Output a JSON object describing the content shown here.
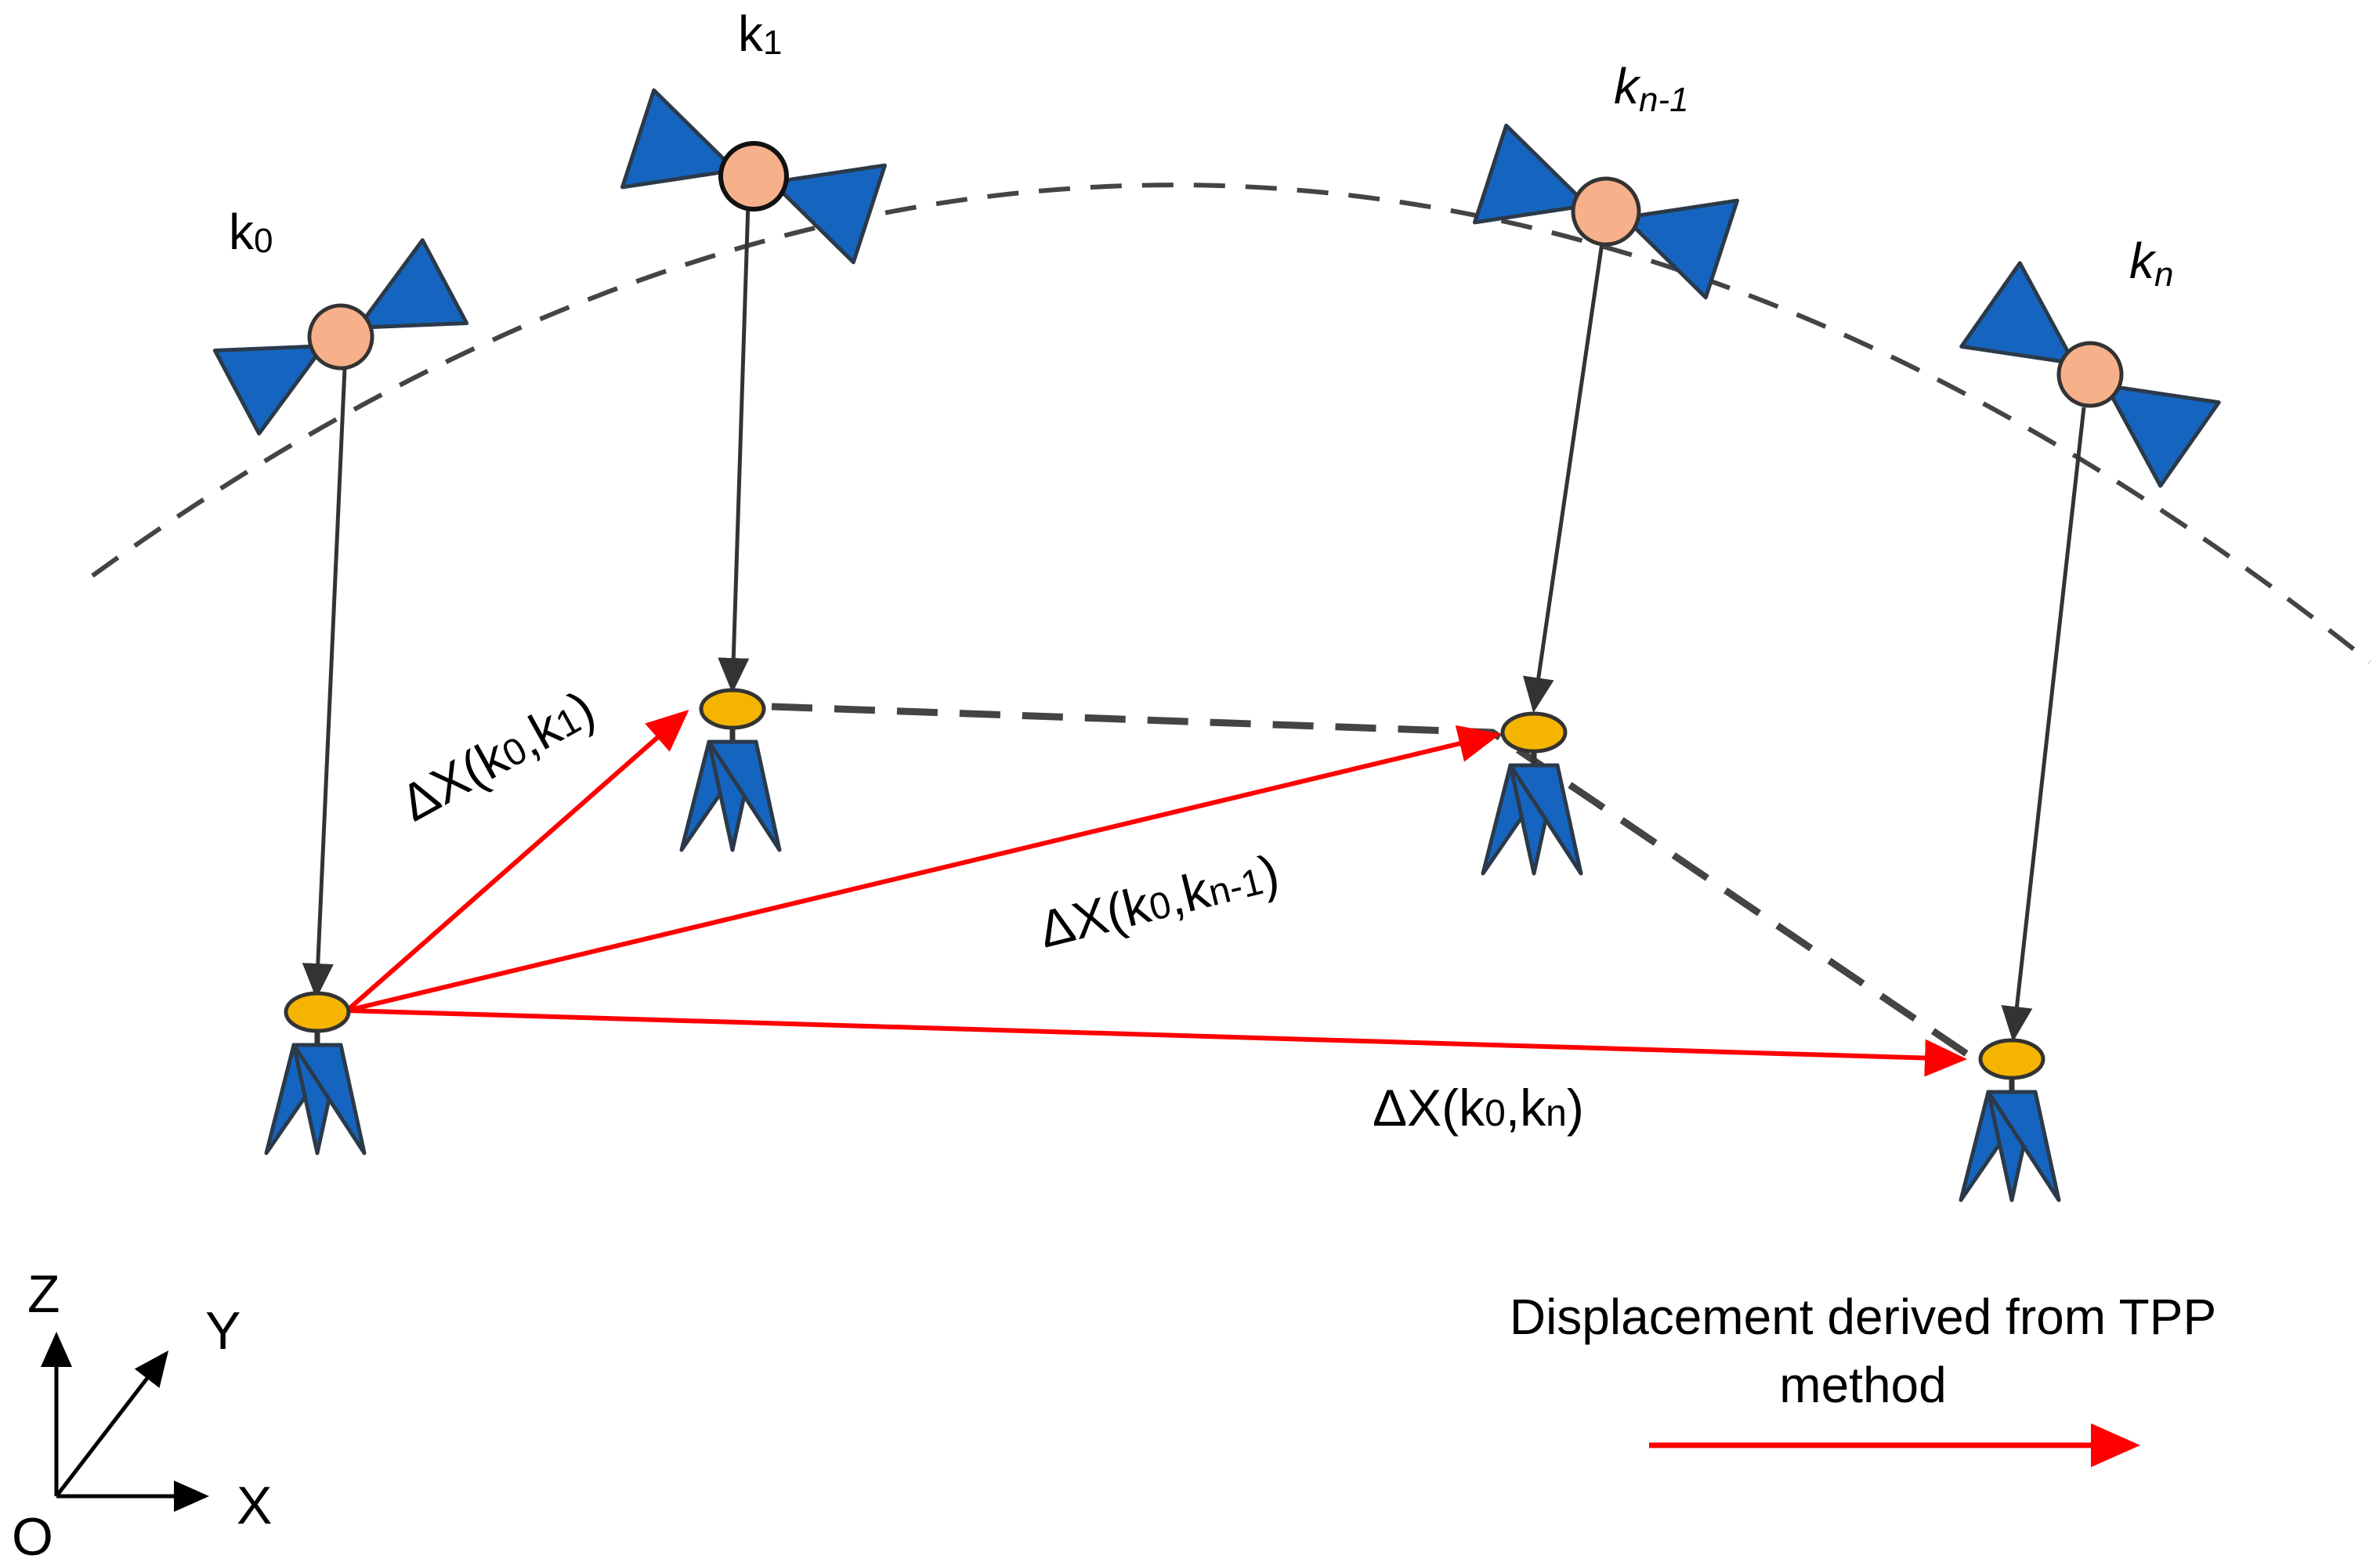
{
  "satellites": [
    {
      "id": "k0",
      "base": "k",
      "sub": "0",
      "italic": false
    },
    {
      "id": "k1",
      "base": "k",
      "sub": "1",
      "italic": false
    },
    {
      "id": "kn-1",
      "base": "k",
      "sub": "n-1",
      "italic": true
    },
    {
      "id": "kn",
      "base": "k",
      "sub": "n",
      "italic": true
    }
  ],
  "displacement_labels": [
    {
      "prefix": "ΔX(k",
      "a": "0",
      "mid": ",k",
      "b": "1",
      "suffix": ")"
    },
    {
      "prefix": "ΔX(k",
      "a": "0",
      "mid": ",k",
      "b": "n-1",
      "suffix": ")"
    },
    {
      "prefix": "ΔX(k",
      "a": "0",
      "mid": ",k",
      "b": "n",
      "suffix": ")"
    }
  ],
  "axes": {
    "z": "Z",
    "y": "Y",
    "x": "X",
    "origin": "O"
  },
  "legend": {
    "line1": "Displacement derived from TPP",
    "line2": "method",
    "arrow_color": "#ff0000"
  },
  "colors": {
    "satellite": "#1565c0",
    "satellite_core": "#f6b08a",
    "receiver_head": "#f4b400",
    "displacement": "#ff0000",
    "track": "#444444"
  }
}
